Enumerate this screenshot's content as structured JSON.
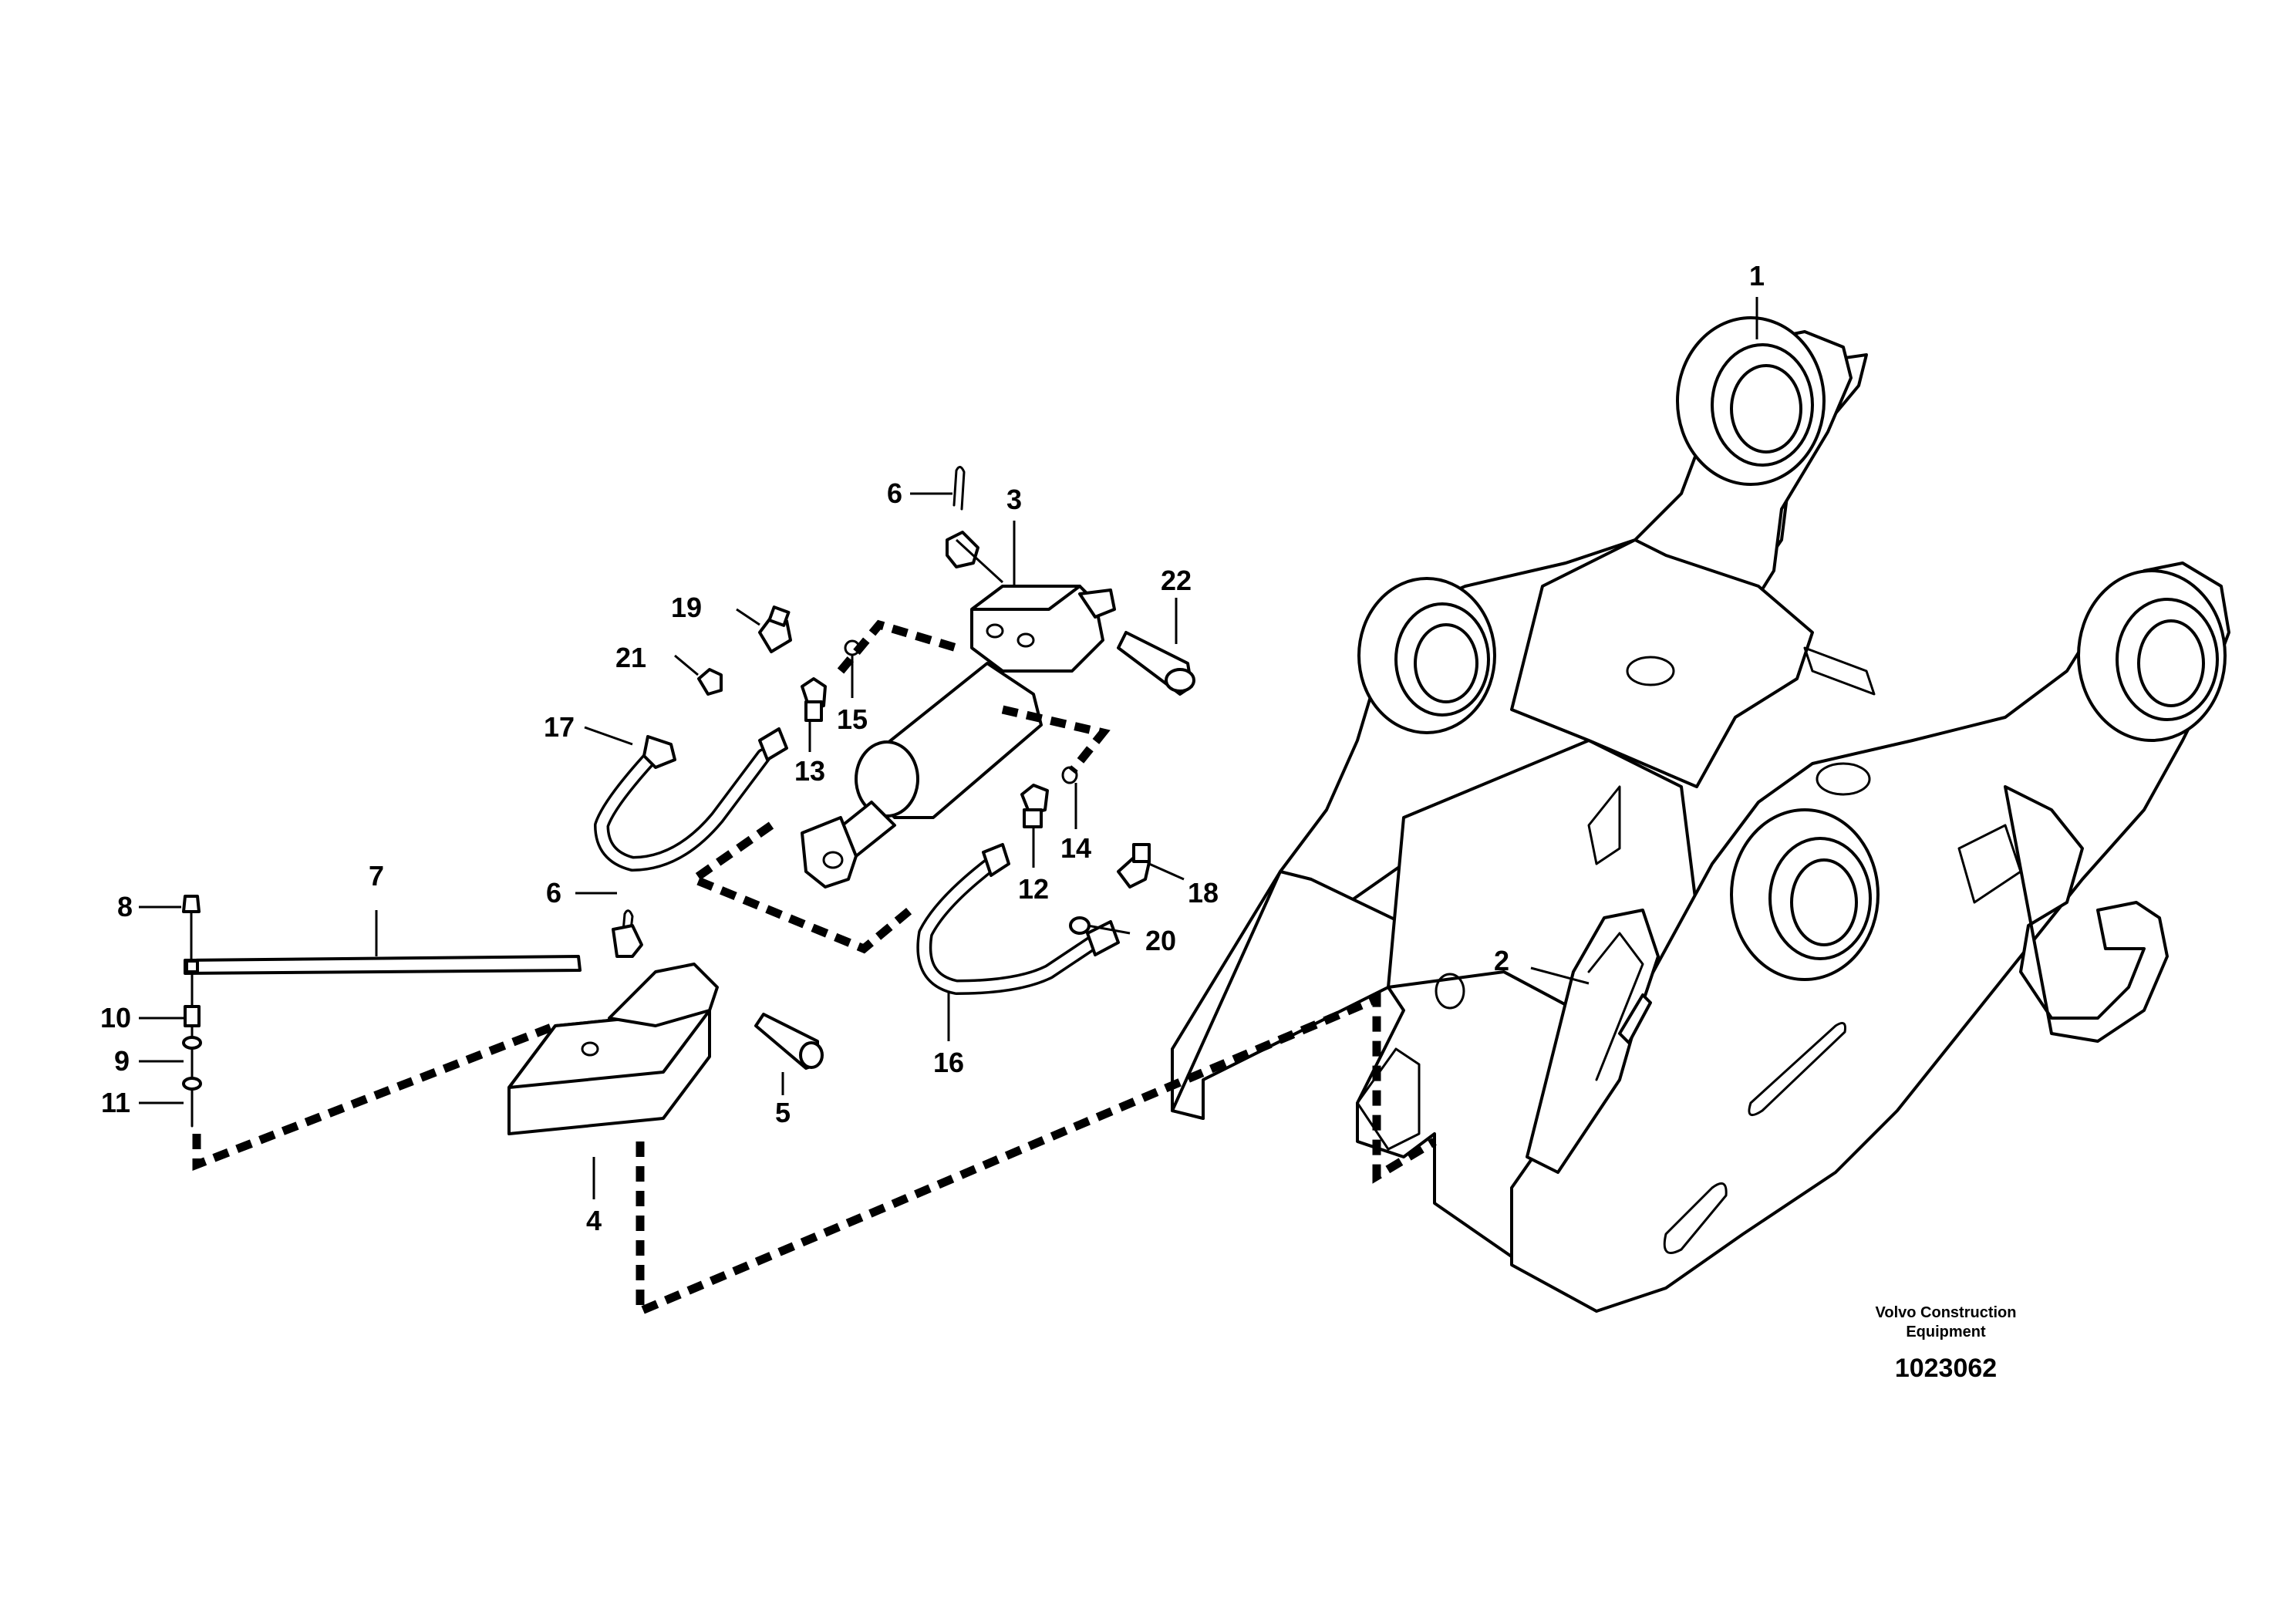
{
  "callouts": {
    "c1": "1",
    "c2": "2",
    "c3": "3",
    "c4": "4",
    "c5": "5",
    "c6a": "6",
    "c6b": "6",
    "c7": "7",
    "c8": "8",
    "c9": "9",
    "c10": "10",
    "c11": "11",
    "c12": "12",
    "c13": "13",
    "c14": "14",
    "c15": "15",
    "c16": "16",
    "c17": "17",
    "c18": "18",
    "c19": "19",
    "c20": "20",
    "c21": "21",
    "c22": "22"
  },
  "footer": {
    "company_line1": "Volvo Construction",
    "company_line2": "Equipment",
    "drawing_number": "1023062"
  }
}
